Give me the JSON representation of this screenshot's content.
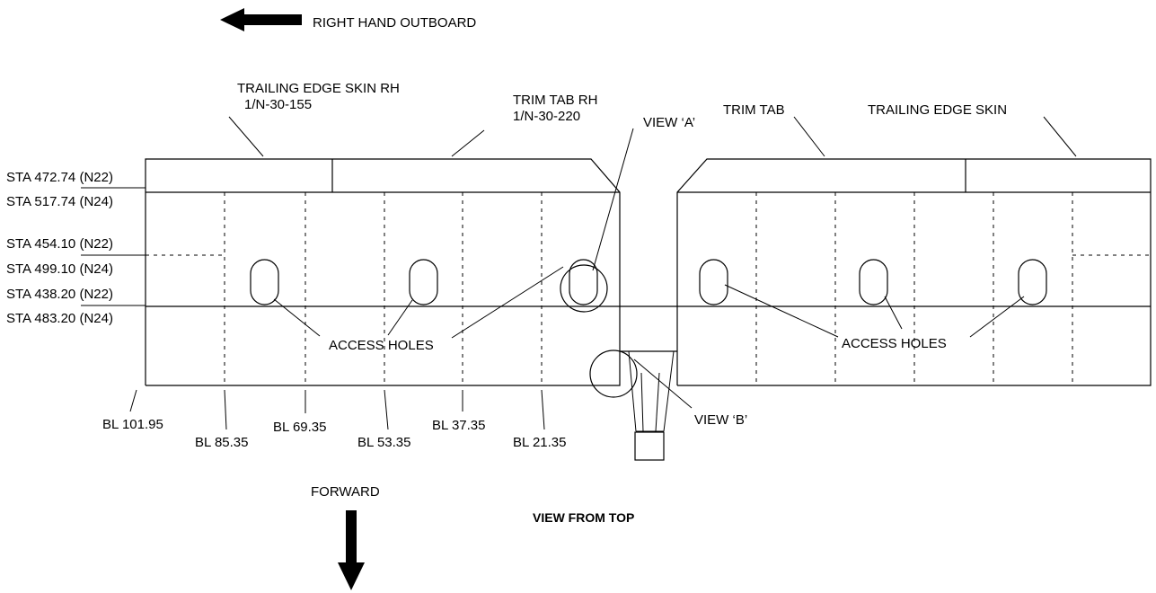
{
  "directions": {
    "outboard": "RIGHT HAND OUTBOARD",
    "forward": "FORWARD"
  },
  "view_title": "VIEW FROM TOP",
  "callouts": {
    "te_skin_rh_name": "TRAILING EDGE SKIN RH",
    "te_skin_rh_ref": "1/N-30-155",
    "trim_tab_rh_name": "TRIM TAB RH",
    "trim_tab_rh_ref": "1/N-30-220",
    "trim_tab": "TRIM TAB",
    "te_skin": "TRAILING EDGE SKIN",
    "view_a": "VIEW ‘A’",
    "view_b": "VIEW ‘B’",
    "access_holes_left": "ACCESS HOLES",
    "access_holes_right": "ACCESS HOLES"
  },
  "stations": [
    {
      "sta": "STA 472.74",
      "ref": "(N22)"
    },
    {
      "sta": "STA 517.74",
      "ref": "(N24)"
    },
    {
      "sta": "STA 454.10",
      "ref": "(N22)"
    },
    {
      "sta": "STA 499.10",
      "ref": "(N24)"
    },
    {
      "sta": "STA 438.20",
      "ref": "(N22)"
    },
    {
      "sta": "STA 483.20",
      "ref": "(N24)"
    }
  ],
  "buttlines": [
    "BL 101.95",
    "BL 85.35",
    "BL 69.35",
    "BL 53.35",
    "BL 37.35",
    "BL 21.35"
  ]
}
